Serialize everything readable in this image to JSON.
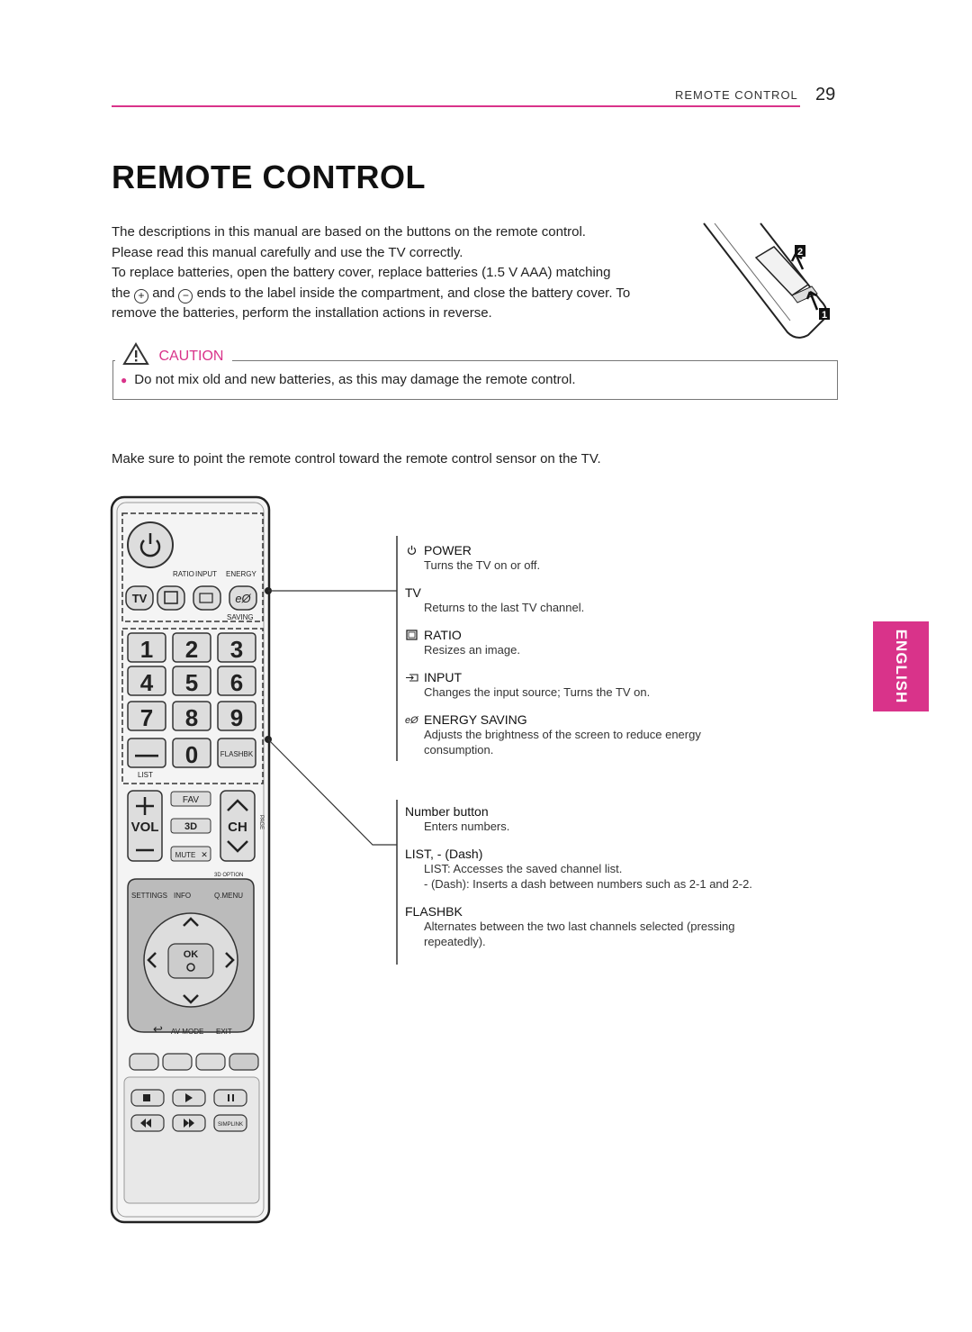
{
  "header": {
    "section": "REMOTE CONTROL",
    "page_number": "29"
  },
  "title": "REMOTE CONTROL",
  "intro": {
    "line1": "The descriptions in this manual are based on the buttons on the remote control.",
    "line2": "Please read this manual carefully and use the TV correctly.",
    "line3": "To replace batteries, open the battery cover, replace batteries (1.5 V AAA) matching",
    "line4_a": "the",
    "line4_plus": "+",
    "line4_b": "and",
    "line4_minus": "−",
    "line4_c": "ends to the label inside the compartment, and close the battery cover. To",
    "line5": "remove the batteries, perform the installation actions in reverse."
  },
  "caution": {
    "label": "CAUTION",
    "item": "Do not mix old and new batteries, as this may damage the remote control."
  },
  "aim_text": "Make sure to point the remote control toward the remote control sensor on the TV.",
  "side_tab": "ENGLISH",
  "battery_diagram": {
    "step1": "1",
    "step2": "2"
  },
  "descriptions": {
    "power": {
      "name": "POWER",
      "text": "Turns the TV on or off."
    },
    "tv": {
      "name": "TV",
      "text": "Returns to the last TV channel."
    },
    "ratio": {
      "name": "RATIO",
      "text": "Resizes an image."
    },
    "input": {
      "name": "INPUT",
      "text": "Changes the input source; Turns the TV on."
    },
    "energy": {
      "name": "ENERGY SAVING",
      "text1": "Adjusts the brightness of the screen to reduce energy",
      "text2": "consumption."
    },
    "number": {
      "name": "Number button",
      "text": "Enters numbers."
    },
    "list": {
      "name": "LIST, - (Dash)",
      "text1": "LIST: Accesses the saved channel list.",
      "text2": "- (Dash): Inserts a dash between numbers such as 2-1 and 2-2."
    },
    "flashbk": {
      "name": "FLASHBK",
      "text1": "Alternates between the two last channels selected (pressing",
      "text2": "repeatedly)."
    }
  },
  "remote": {
    "ratio": "RATIO",
    "input": "INPUT",
    "energy": "ENERGY",
    "saving": "SAVING",
    "tv": "TV",
    "digits": [
      "1",
      "2",
      "3",
      "4",
      "5",
      "6",
      "7",
      "8",
      "9",
      "—",
      "0"
    ],
    "flashbk": "FLASHBK",
    "list": "LIST",
    "fav": "FAV",
    "vol": "VOL",
    "ch": "CH",
    "three_d": "3D",
    "mute": "MUTE",
    "page": "PAGE",
    "three_d_option": "3D OPTION",
    "settings": "SETTINGS",
    "info": "INFO",
    "qmenu": "Q.MENU",
    "ok": "OK",
    "av_mode": "AV MODE",
    "exit": "EXIT",
    "simplink": "SIMPLINK"
  }
}
